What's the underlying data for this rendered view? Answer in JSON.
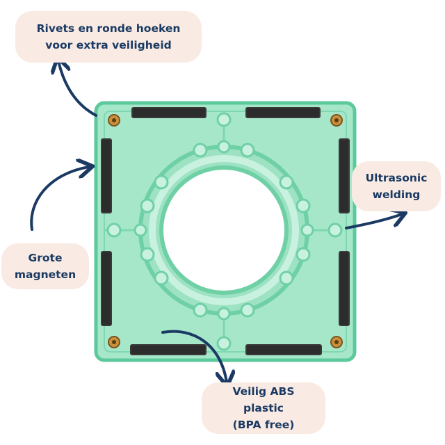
{
  "callouts": {
    "rivets": "Rivets en ronde hoeken\nvoor extra veiligheid",
    "ultrasonic": "Ultrasonic\nwelding",
    "magnets": "Grote\nmagneten",
    "abs": "Veilig ABS plastic\n(BPA free)"
  },
  "colors": {
    "label_bg": "#f9ebe3",
    "text": "#1b3a63",
    "arrow": "#1b3a63",
    "tile_fill": "#9fe4c6",
    "tile_edge": "#5cc99c",
    "magnet": "#2c2c2c",
    "rivet": "#c98f3a"
  },
  "icons": [
    "arrow-rivets",
    "arrow-ultrasonic",
    "arrow-magnets",
    "arrow-abs"
  ]
}
